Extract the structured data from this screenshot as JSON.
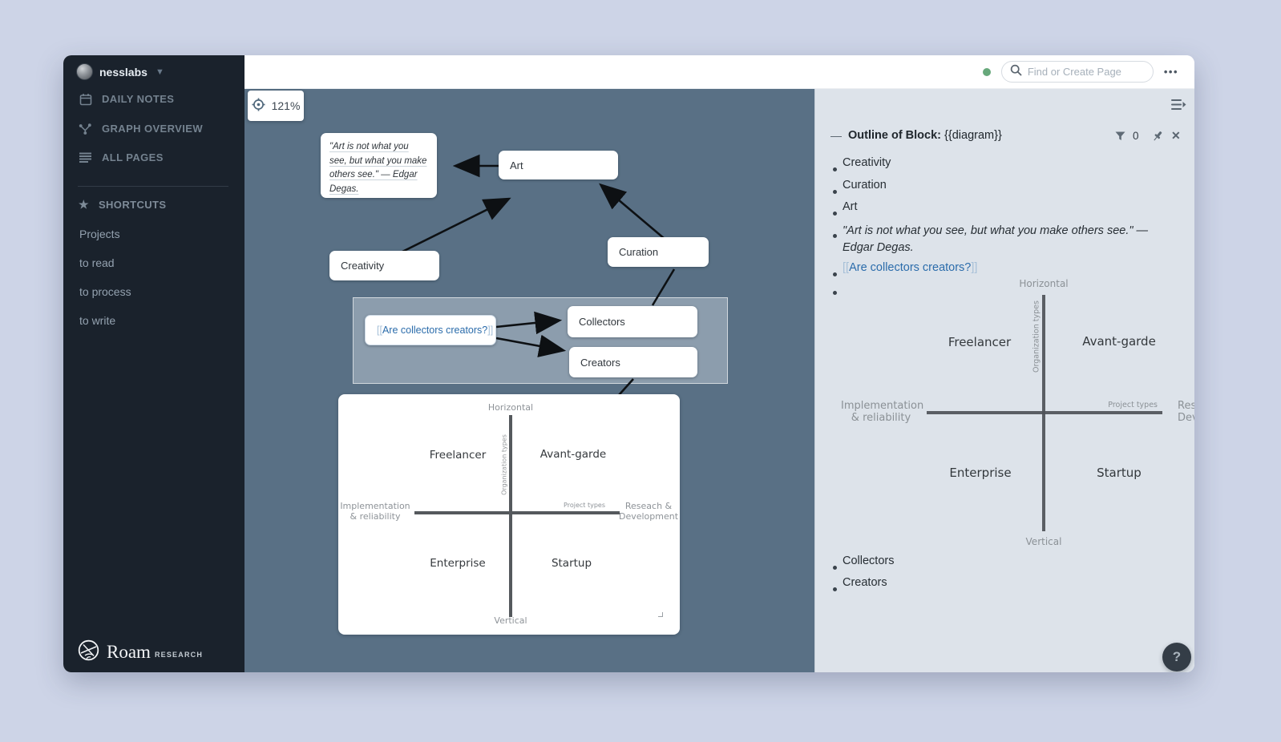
{
  "sidebar": {
    "account_name": "nesslabs",
    "nav_items": [
      {
        "label": "DAILY NOTES"
      },
      {
        "label": "GRAPH OVERVIEW"
      },
      {
        "label": "ALL PAGES"
      }
    ],
    "shortcuts_header": "SHORTCUTS",
    "shortcuts": [
      {
        "label": "Projects"
      },
      {
        "label": "to read"
      },
      {
        "label": "to process"
      },
      {
        "label": "to write"
      }
    ],
    "logo": {
      "main": "Roam",
      "sub": "RESEARCH"
    }
  },
  "topbar": {
    "search_placeholder": "Find or Create Page",
    "menu_ellipsis": "•••"
  },
  "canvas": {
    "zoom_level": "121%",
    "nodes": {
      "quote": "\"Art is not what you see, but what you make others see.\" — Edgar Degas.",
      "art": "Art",
      "creativity": "Creativity",
      "curation": "Curation",
      "link_open": "[[",
      "link_text": "Are collectors creators?",
      "link_close": "]]",
      "collectors": "Collectors",
      "creators": "Creators"
    },
    "matrix": {
      "top_label": "Horizontal",
      "bottom_label": "Vertical",
      "v_axis_label": "Organization types",
      "h_axis_label": "Project types",
      "left_label_1": "Implementation",
      "left_label_2": "& reliability",
      "right_label_1": "Reseach &",
      "right_label_2": "Development",
      "quadrant_tl": "Freelancer",
      "quadrant_tr": "Avant-garde",
      "quadrant_bl": "Enterprise",
      "quadrant_br": "Startup"
    }
  },
  "right_panel": {
    "header": {
      "collapse": "—",
      "title_bold": "Outline of Block:",
      "title_ref": " {{diagram}}",
      "filter_count": "0",
      "close": "✕"
    },
    "bullets_top": [
      {
        "text": "Creativity"
      },
      {
        "text": "Curation"
      },
      {
        "text": "Art"
      }
    ],
    "quote_text": "\"Art is not what you see, but what you make others see.\" — Edgar Degas.",
    "link": {
      "open": "[[",
      "text": "Are collectors creators?",
      "close": "]]"
    },
    "bullets_bottom": [
      {
        "text": "Collectors"
      },
      {
        "text": "Creators"
      }
    ],
    "help_label": "?"
  },
  "colors": {
    "canvas_bg": "#597085",
    "sidebar_bg": "#1a222c",
    "panel_bg": "#dde3ea",
    "accent_blue": "#2b6cab",
    "online_green": "#67a87b"
  }
}
